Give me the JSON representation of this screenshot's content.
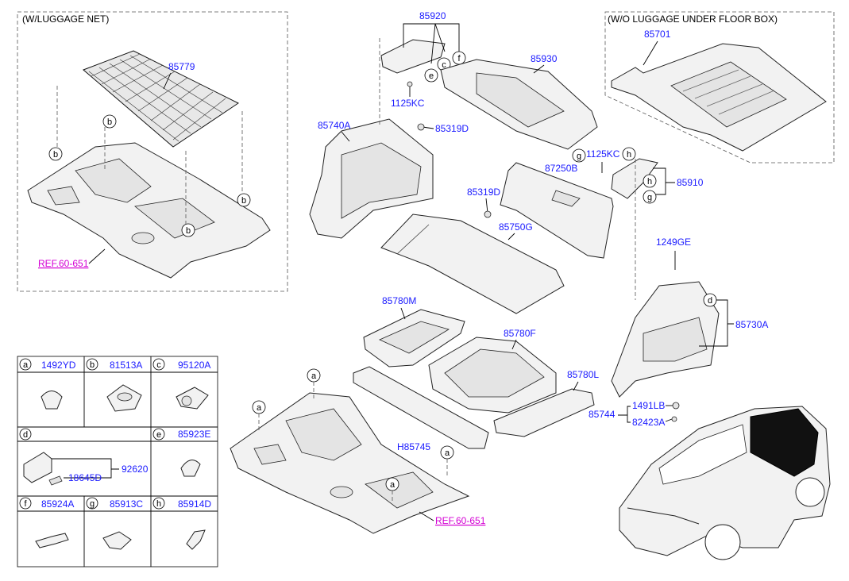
{
  "boxes": {
    "luggage_net": "(W/LUGGAGE NET)",
    "wo_underfloor": "(W/O LUGGAGE  UNDER FLOOR BOX)"
  },
  "parts": {
    "p85779": "85779",
    "p85920": "85920",
    "p85930": "85930",
    "p85701": "85701",
    "p1125kc_a": "1125KC",
    "p85740a": "85740A",
    "p85319d_a": "85319D",
    "p1125kc_b": "1125KC",
    "p87250b": "87250B",
    "p85910": "85910",
    "p85319d_b": "85319D",
    "p85750g": "85750G",
    "p1249ge": "1249GE",
    "p85780m": "85780M",
    "p85730a": "85730A",
    "p85780f": "85780F",
    "p85780l": "85780L",
    "p1491lb": "1491LB",
    "p85744": "85744",
    "p82423a": "82423A",
    "ph85745": "H85745"
  },
  "refs": {
    "ref_top": "REF.60-651",
    "ref_bottom": "REF.60-651"
  },
  "callouts": {
    "a": "a",
    "b": "b",
    "c": "c",
    "d": "d",
    "e": "e",
    "f": "f",
    "g": "g",
    "h": "h"
  },
  "legend": {
    "a": {
      "letter": "a",
      "part": "1492YD"
    },
    "b": {
      "letter": "b",
      "part": "81513A"
    },
    "c": {
      "letter": "c",
      "part": "95120A"
    },
    "d": {
      "letter": "d",
      "part_1": "92620",
      "part_2": "18645D"
    },
    "e": {
      "letter": "e",
      "part": "85923E"
    },
    "f": {
      "letter": "f",
      "part": "85924A"
    },
    "g": {
      "letter": "g",
      "part": "85913C"
    },
    "h": {
      "letter": "h",
      "part": "85914D"
    }
  }
}
